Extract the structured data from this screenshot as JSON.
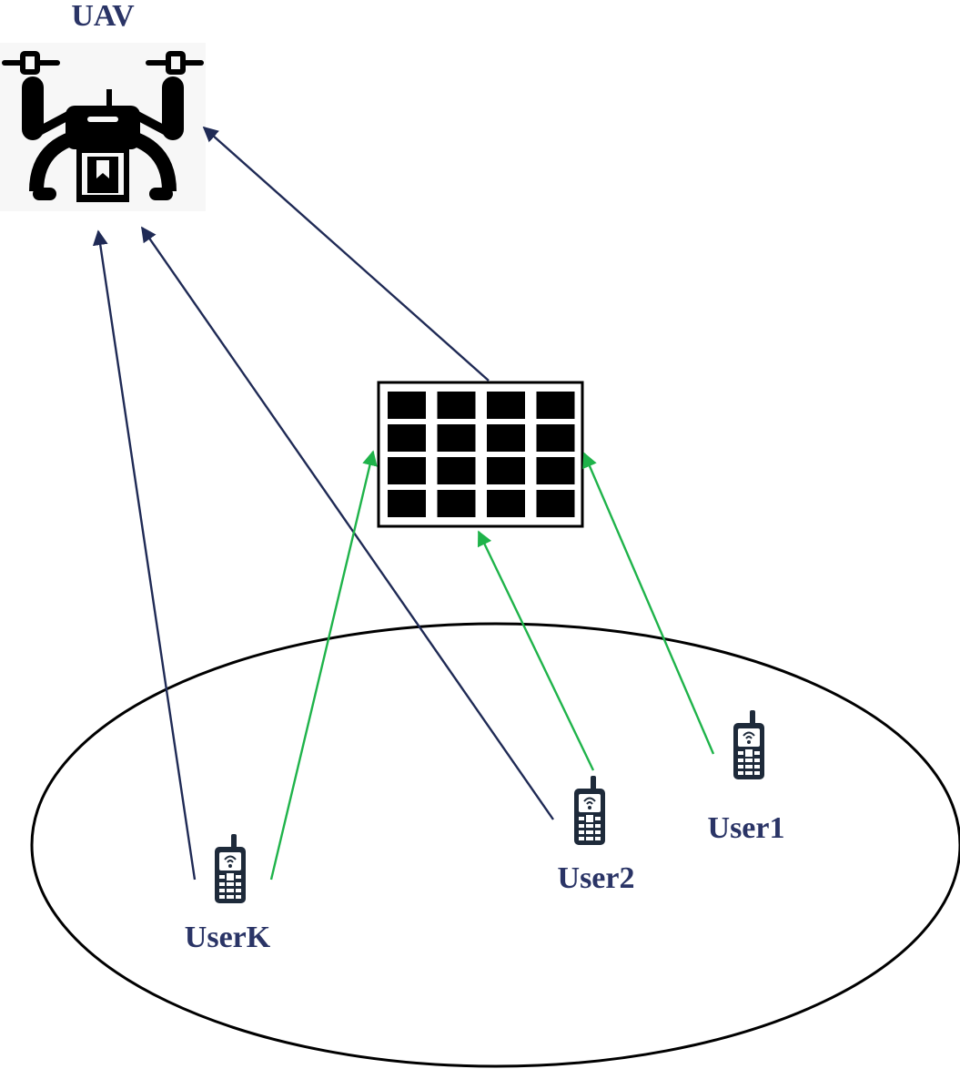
{
  "colors": {
    "uav_link": "#1f2a55",
    "ris_link": "#1fb34a",
    "label": "#2a3466",
    "device": "#1e2a3a",
    "ellipse": "#000000",
    "ris_cell": "#000000"
  },
  "nodes": {
    "uav": {
      "label": "UAV",
      "icon": "drone-icon"
    },
    "ris": {
      "label": "",
      "icon": "ris-panel-icon",
      "rows": 4,
      "cols": 4
    },
    "users": [
      {
        "label": "User1",
        "icon": "phone-icon"
      },
      {
        "label": "User2",
        "icon": "phone-icon"
      },
      {
        "label": "UserK",
        "icon": "phone-icon"
      }
    ]
  },
  "links": [
    {
      "from": "ris",
      "to": "uav",
      "type": "uav_link"
    },
    {
      "from": "User2",
      "to": "uav",
      "type": "uav_link"
    },
    {
      "from": "UserK",
      "to": "uav",
      "type": "uav_link"
    },
    {
      "from": "User1",
      "to": "ris",
      "type": "ris_link"
    },
    {
      "from": "User2",
      "to": "ris",
      "type": "ris_link"
    },
    {
      "from": "UserK",
      "to": "ris",
      "type": "ris_link"
    }
  ]
}
